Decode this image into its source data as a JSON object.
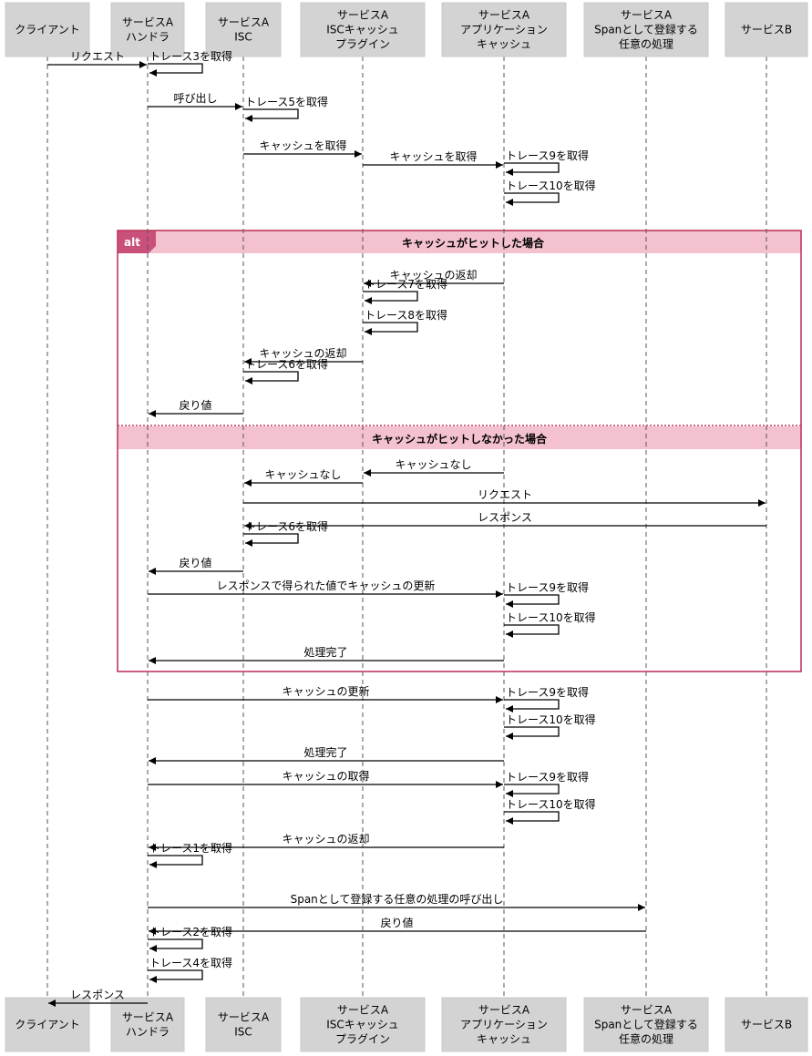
{
  "participants": [
    {
      "id": "client",
      "lines": [
        "クライアント"
      ]
    },
    {
      "id": "handler",
      "lines": [
        "サービスA",
        "ハンドラ"
      ]
    },
    {
      "id": "isc",
      "lines": [
        "サービスA",
        "ISC"
      ]
    },
    {
      "id": "plugin",
      "lines": [
        "サービスA",
        "ISCキャッシュ",
        "プラグイン"
      ]
    },
    {
      "id": "appcache",
      "lines": [
        "サービスA",
        "アプリケーション",
        "キャッシュ"
      ]
    },
    {
      "id": "span",
      "lines": [
        "サービスA",
        "Spanとして登録する",
        "任意の処理"
      ]
    },
    {
      "id": "serviceB",
      "lines": [
        "サービスB"
      ]
    }
  ],
  "alt": {
    "tag": "alt",
    "case1": "キャッシュがヒットした場合",
    "case2": "キャッシュがヒットしなかった場合"
  },
  "messages": [
    {
      "from": "client",
      "to": "handler",
      "text": "リクエスト"
    },
    {
      "self": "handler",
      "text": "トレース3を取得"
    },
    {
      "from": "handler",
      "to": "isc",
      "text": "呼び出し"
    },
    {
      "self": "isc",
      "text": "トレース5を取得"
    },
    {
      "from": "isc",
      "to": "plugin",
      "text": "キャッシュを取得"
    },
    {
      "from": "plugin",
      "to": "appcache",
      "text": "キャッシュを取得"
    },
    {
      "self": "appcache",
      "text": "トレース9を取得"
    },
    {
      "self": "appcache",
      "text": "トレース10を取得"
    },
    {
      "from": "appcache",
      "to": "plugin",
      "text": "キャッシュの返却"
    },
    {
      "self": "plugin",
      "text": "トレース7を取得"
    },
    {
      "self": "plugin",
      "text": "トレース8を取得"
    },
    {
      "from": "plugin",
      "to": "isc",
      "text": "キャッシュの返却"
    },
    {
      "self": "isc",
      "text": "トレース6を取得"
    },
    {
      "from": "isc",
      "to": "handler",
      "text": "戻り値"
    },
    {
      "from": "appcache",
      "to": "plugin",
      "text": "キャッシュなし"
    },
    {
      "from": "plugin",
      "to": "isc",
      "text": "キャッシュなし"
    },
    {
      "from": "isc",
      "to": "serviceB",
      "text": "リクエスト"
    },
    {
      "from": "serviceB",
      "to": "isc",
      "text": "レスポンス"
    },
    {
      "self": "isc",
      "text": "トレース6を取得"
    },
    {
      "from": "isc",
      "to": "handler",
      "text": "戻り値"
    },
    {
      "from": "handler",
      "to": "appcache",
      "text": "レスポンスで得られた値でキャッシュの更新"
    },
    {
      "self": "appcache",
      "text": "トレース9を取得"
    },
    {
      "self": "appcache",
      "text": "トレース10を取得"
    },
    {
      "from": "appcache",
      "to": "handler",
      "text": "処理完了"
    },
    {
      "from": "handler",
      "to": "appcache",
      "text": "キャッシュの更新"
    },
    {
      "self": "appcache",
      "text": "トレース9を取得"
    },
    {
      "self": "appcache",
      "text": "トレース10を取得"
    },
    {
      "from": "appcache",
      "to": "handler",
      "text": "処理完了"
    },
    {
      "from": "handler",
      "to": "appcache",
      "text": "キャッシュの取得"
    },
    {
      "self": "appcache",
      "text": "トレース9を取得"
    },
    {
      "self": "appcache",
      "text": "トレース10を取得"
    },
    {
      "from": "appcache",
      "to": "handler",
      "text": "キャッシュの返却"
    },
    {
      "self": "handler",
      "text": "トレース1を取得"
    },
    {
      "from": "handler",
      "to": "span",
      "text": "Spanとして登録する任意の処理の呼び出し"
    },
    {
      "from": "span",
      "to": "handler",
      "text": "戻り値"
    },
    {
      "self": "handler",
      "text": "トレース2を取得"
    },
    {
      "self": "handler",
      "text": "トレース4を取得"
    },
    {
      "from": "handler",
      "to": "client",
      "text": "レスポンス"
    }
  ]
}
